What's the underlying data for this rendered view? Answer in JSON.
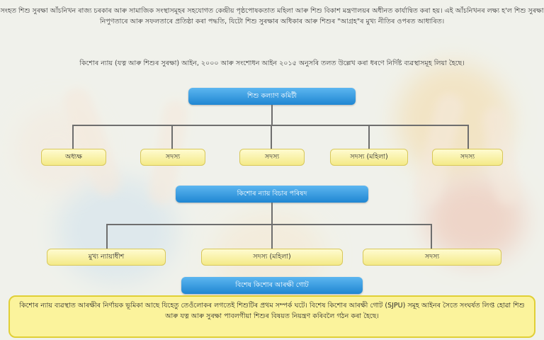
{
  "intro_text": "সংহত শিশু সুৰক্ষা আঁচনিখন ৰাজ্য চৰকাৰ আৰু সামাজিক সংস্থাসমূহৰ সহযোগত কেন্দ্ৰীয় পৃষ্ঠপোষকতাত মহিলা আৰু শিশু বিকাশ মন্ত্ৰণালয়ৰ অধীনত কাৰ্যান্বিত কৰা হয়। এই আঁচনিখনৰ লক্ষ্য হ'ল শিশু সুৰক্ষা নিপুণতাৰে আৰু সফলতাৰে প্ৰতিষ্ঠা কৰা পদ্ধতি, যিটো শিশু সুৰক্ষাৰ অধিকাৰ আৰু শিশুৰ \"আগ্ৰহ\"ৰ মুখ্য নীতিৰ ওপৰত আধাৰিত।",
  "law_text": "কিশোৰ ন্যায় (যত্ন আৰু শিশুৰ সুৰক্ষা) আইন, ২০০০ আৰু সংশোধন আইন ২০১৫ অনুসৰি তলত উল্লেখ কৰা ধৰণে নিৰ্দিষ্ট ব্যৱস্থাসমূহ লিয়া হৈছে।",
  "cwc": {
    "title": "শিশু কল্যাণ কমিটী",
    "members": [
      "অধ্যক্ষ",
      "সদস্য",
      "সদস্য",
      "সদস্য (মহিলা)",
      "সদস্য"
    ]
  },
  "jjb": {
    "title": "কিশোৰ ন্যায় বিচাৰ পৰিষদ",
    "members": [
      "মুখ্য ন্যায়াধীশ",
      "সদস্য (মহিলা)",
      "সদস্য"
    ]
  },
  "sjpu": {
    "title": "বিশেষ কিশোৰ আৰক্ষী গোট"
  },
  "note_text": "কিশোৰ ন্যায় ব্যৱস্থাত আৰক্ষীৰ নিৰ্ণায়ক ভূমিকা আছে যিহেতু তেওঁলোকৰ লগতেই শিশুটিৰ প্ৰথম সম্পৰ্ক ঘটে। বিশেষ কিশোৰ আৰক্ষী গোট (SJPU) সমূহ আইনৰ সৈতে সংঘৰ্ষত লিপ্ত হোৱা শিশু আৰু যত্ন আৰু সুৰক্ষা পাবলগীয়া শিশুৰ বিষয়ত নিয়ন্ত্ৰণ কৰিবলৈ গঠন কৰা হৈছে।"
}
